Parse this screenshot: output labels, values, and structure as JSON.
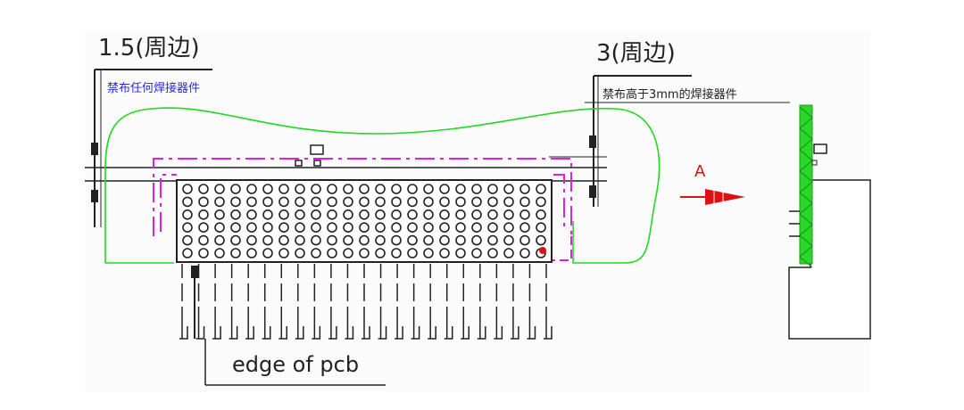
{
  "labels": {
    "left_dimension": "1.5(周边)",
    "left_note": "禁布任何焊接器件",
    "right_dimension": "3(周边)",
    "right_note": "禁布高于3mm的焊接器件",
    "view_marker": "A",
    "edge_label": "edge of pcb"
  },
  "colors": {
    "keepout_outline": "#22d822",
    "component_outline": "#e020e0",
    "marker_red": "#e01010",
    "side_view_green": "#2ad82a",
    "line_black": "#222222",
    "left_note_blue": "#2a2ad8"
  },
  "connector": {
    "pin_rows": 6,
    "pin_columns": 23
  }
}
